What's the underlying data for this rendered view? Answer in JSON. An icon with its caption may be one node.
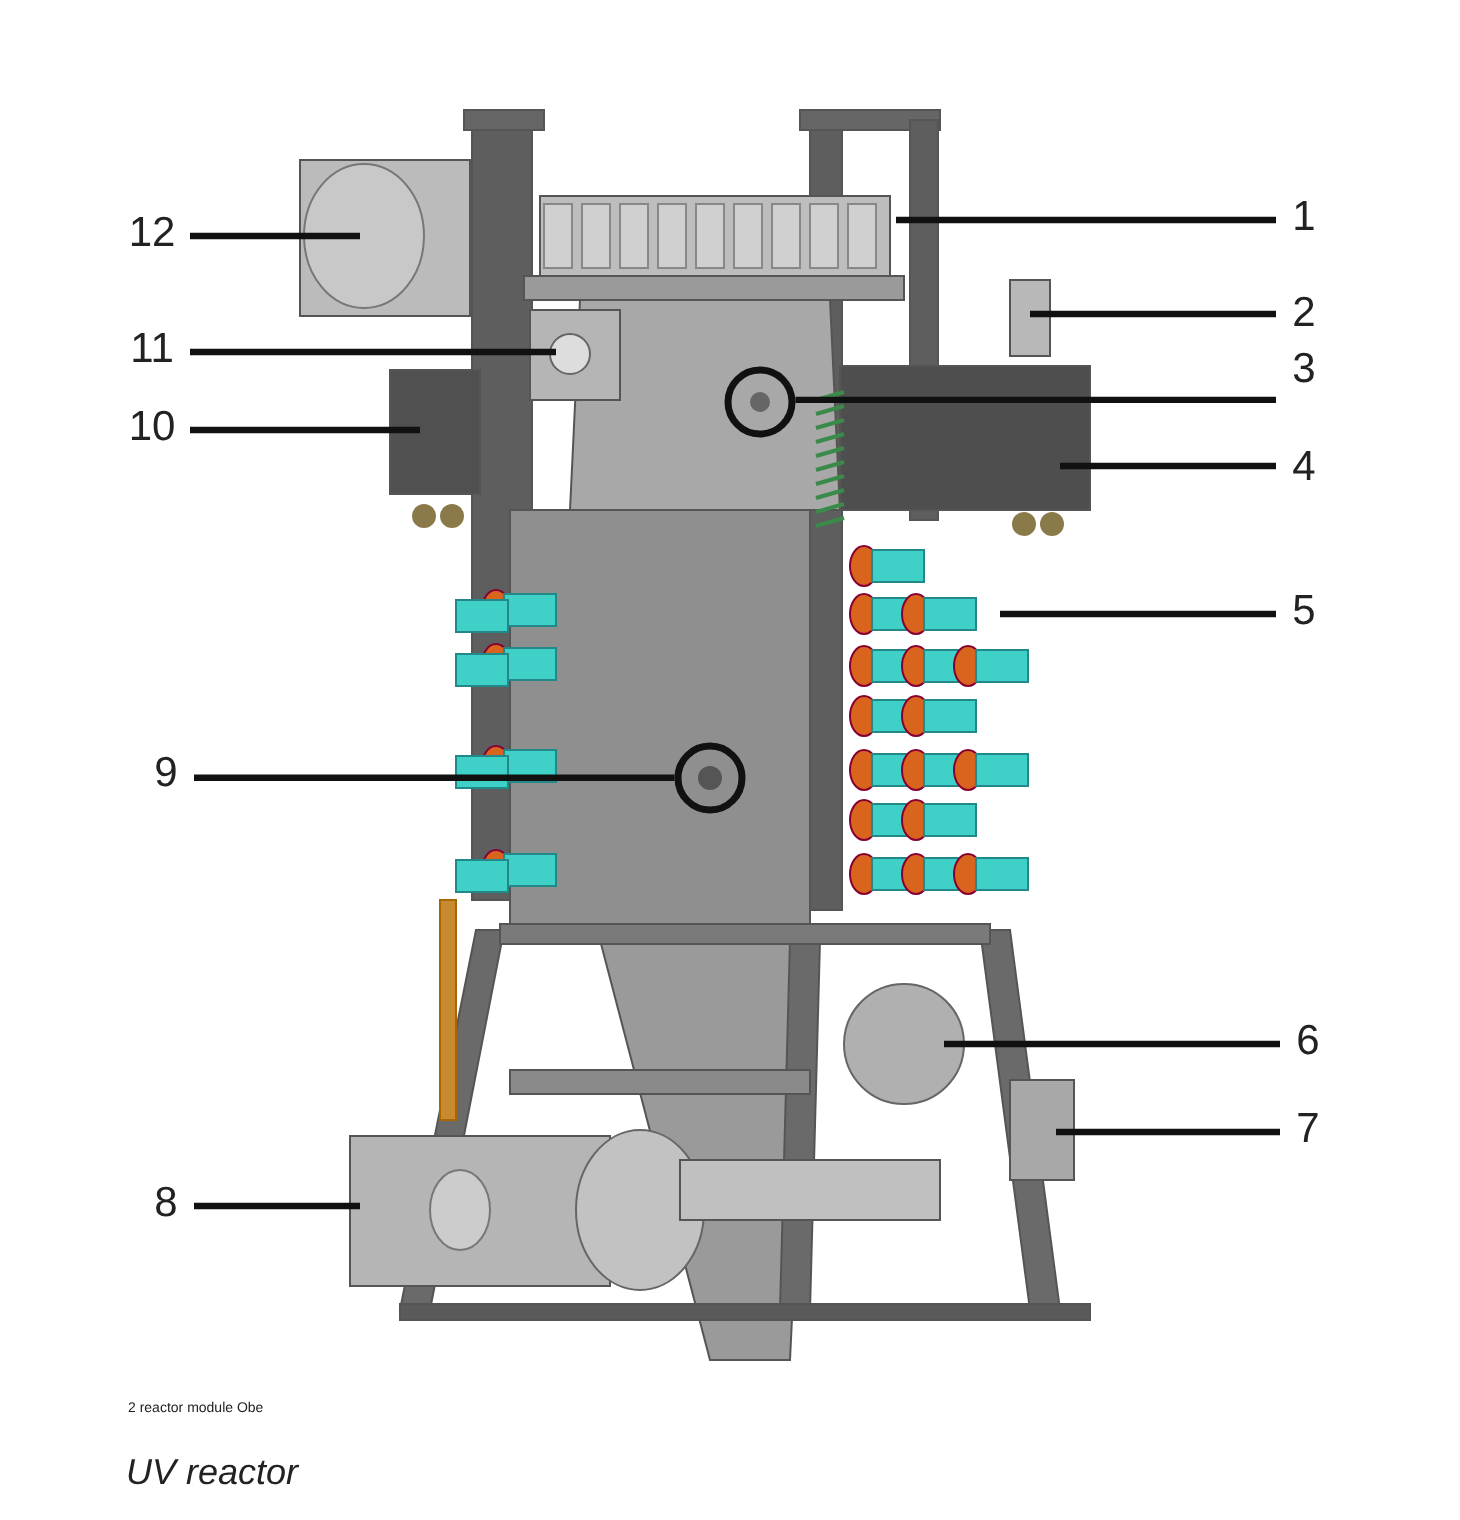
{
  "diagram": {
    "caption": "UV reactor",
    "nodes": [
      {
        "text": [
          "1"
        ]
      },
      {
        "text": [
          "2"
        ]
      },
      {
        "text": [
          "3"
        ]
      },
      {
        "text": [
          "4"
        ]
      },
      {
        "text": [
          "5"
        ]
      },
      {
        "text": [
          "6"
        ]
      },
      {
        "text": [
          "7"
        ]
      },
      {
        "text": [
          "8"
        ]
      },
      {
        "text": [
          "9"
        ]
      },
      {
        "text": [
          "10"
        ]
      },
      {
        "text": [
          "11"
        ]
      },
      {
        "text": [
          "12"
        ]
      },
      {
        "text": [],
        "shape": "circle"
      },
      {
        "text": [],
        "shape": "circle"
      }
    ],
    "edges": [
      {
        "from": 0,
        "to": null,
        "arrow": "none"
      },
      {
        "from": 1,
        "to": null,
        "arrow": "none"
      },
      {
        "from": 2,
        "to": 12,
        "arrow": "none"
      },
      {
        "from": 3,
        "to": null,
        "arrow": "none"
      },
      {
        "from": 4,
        "to": null,
        "arrow": "none"
      },
      {
        "from": 5,
        "to": null,
        "arrow": "none"
      },
      {
        "from": 6,
        "to": null,
        "arrow": "none"
      },
      {
        "from": 7,
        "to": null,
        "arrow": "none"
      },
      {
        "from": 8,
        "to": 13,
        "arrow": "none"
      },
      {
        "from": 9,
        "to": null,
        "arrow": "none"
      },
      {
        "from": 10,
        "to": null,
        "arrow": "none"
      },
      {
        "from": 11,
        "to": null,
        "arrow": "none"
      }
    ],
    "labels": [
      "2 reactor module Obe"
    ]
  }
}
